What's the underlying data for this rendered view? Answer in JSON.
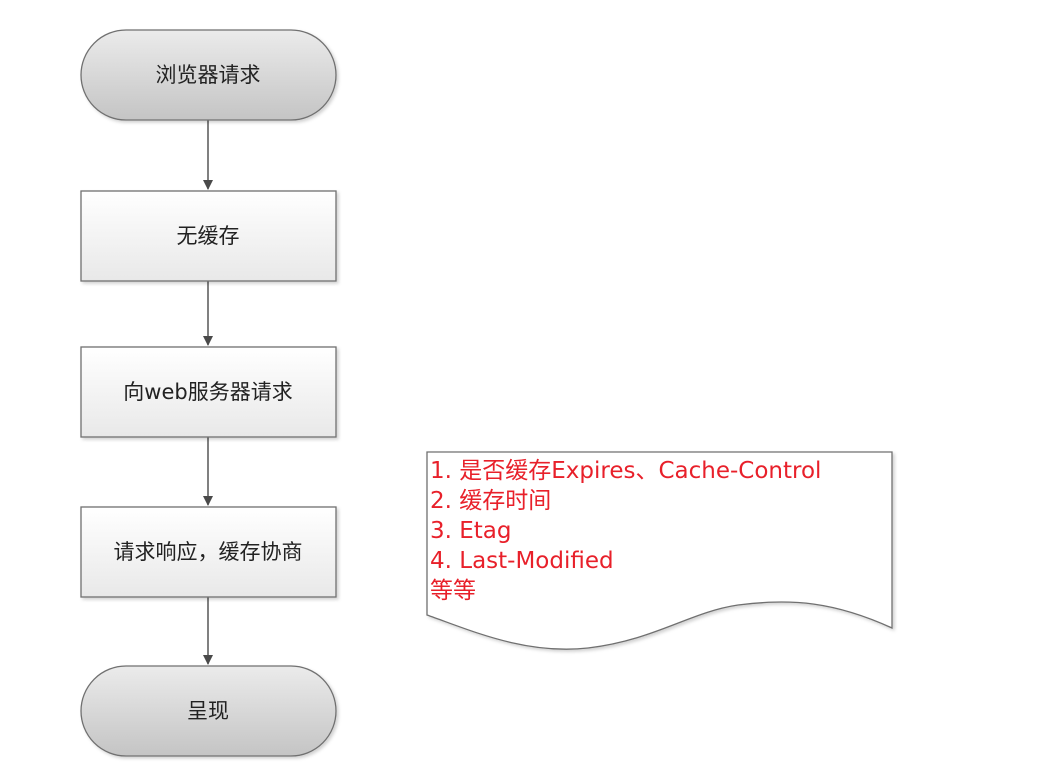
{
  "flowchart": {
    "start": {
      "label": "浏览器请求"
    },
    "steps": [
      {
        "label": "无缓存"
      },
      {
        "label": "向web服务器请求"
      },
      {
        "label": "请求响应，缓存协商"
      }
    ],
    "end": {
      "label": "呈现"
    }
  },
  "note": {
    "lines": [
      "1. 是否缓存Expires、Cache-Control",
      "2. 缓存时间",
      "3. Etag",
      "4. Last-Modified",
      "等等"
    ]
  },
  "colors": {
    "terminal_fill_top": "#ebebeb",
    "terminal_fill_bottom": "#c4c4c4",
    "process_fill_top": "#ffffff",
    "process_fill_bottom": "#e8e8e8",
    "outline": "#6f6f6f",
    "arrow": "#4a4a4a",
    "note_text": "#e8202a"
  }
}
